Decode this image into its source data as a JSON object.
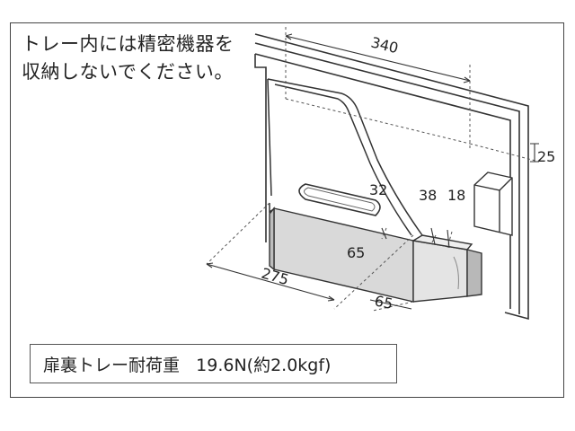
{
  "note": {
    "line1": "トレー内には精密機器を",
    "line2": "収納しないでください。"
  },
  "spec": {
    "label": "扉裏トレー耐荷重",
    "value": "19.6N(約2.0kgf)"
  },
  "dimensions": {
    "d340": "340",
    "d25": "25",
    "d32": "32",
    "d38": "38",
    "d18": "18",
    "d65_inner": "65",
    "d275": "275",
    "d65_outer": "65"
  }
}
